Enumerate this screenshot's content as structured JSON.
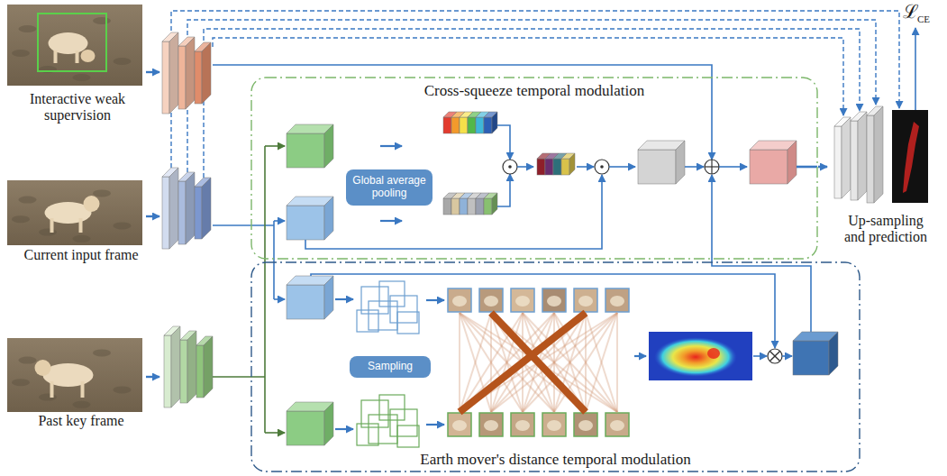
{
  "diagram": {
    "nodes": [
      {
        "text": [
          "Interactive weak supervision"
        ]
      },
      {
        "text": [
          "Cross-squeeze temporal modulation"
        ]
      },
      {
        "text": [
          "Global average pooling"
        ],
        "in": 1
      },
      {
        "text": [
          "Up-sampling and prediction"
        ]
      },
      {
        "text": [
          "Current input frame"
        ]
      },
      {
        "text": [
          "Past key frame"
        ]
      },
      {
        "text": [
          "Earth mover's distance temporal modulation"
        ]
      },
      {
        "text": [
          "Sampling"
        ],
        "in": 6
      }
    ],
    "edges": [
      {
        "from": 1,
        "to": 3,
        "arrow": "to"
      }
    ],
    "labels": [
      "ℒ",
      "CE"
    ]
  }
}
